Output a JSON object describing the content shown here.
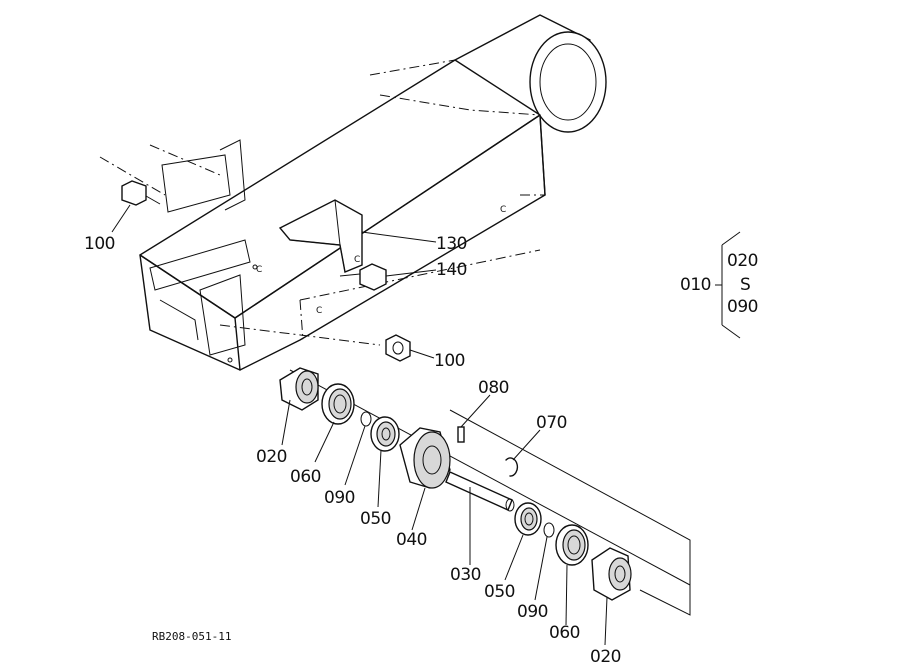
{
  "labels": {
    "p100a": "100",
    "p130": "130",
    "p140": "140",
    "p100b": "100",
    "p010": "010",
    "p010_from": "020",
    "p010_tilde": "S",
    "p010_to": "090",
    "p020a": "020",
    "p060a": "060",
    "p090a": "090",
    "p050a": "050",
    "p040": "040",
    "p080": "080",
    "p070": "070",
    "p030": "030",
    "p050b": "050",
    "p090b": "090",
    "p060b": "060",
    "p020b": "020"
  },
  "frame_marks": {
    "c1": "C",
    "c2": "C",
    "c3": "C",
    "c4": "C"
  },
  "drawing_code": "RB208-051-11"
}
